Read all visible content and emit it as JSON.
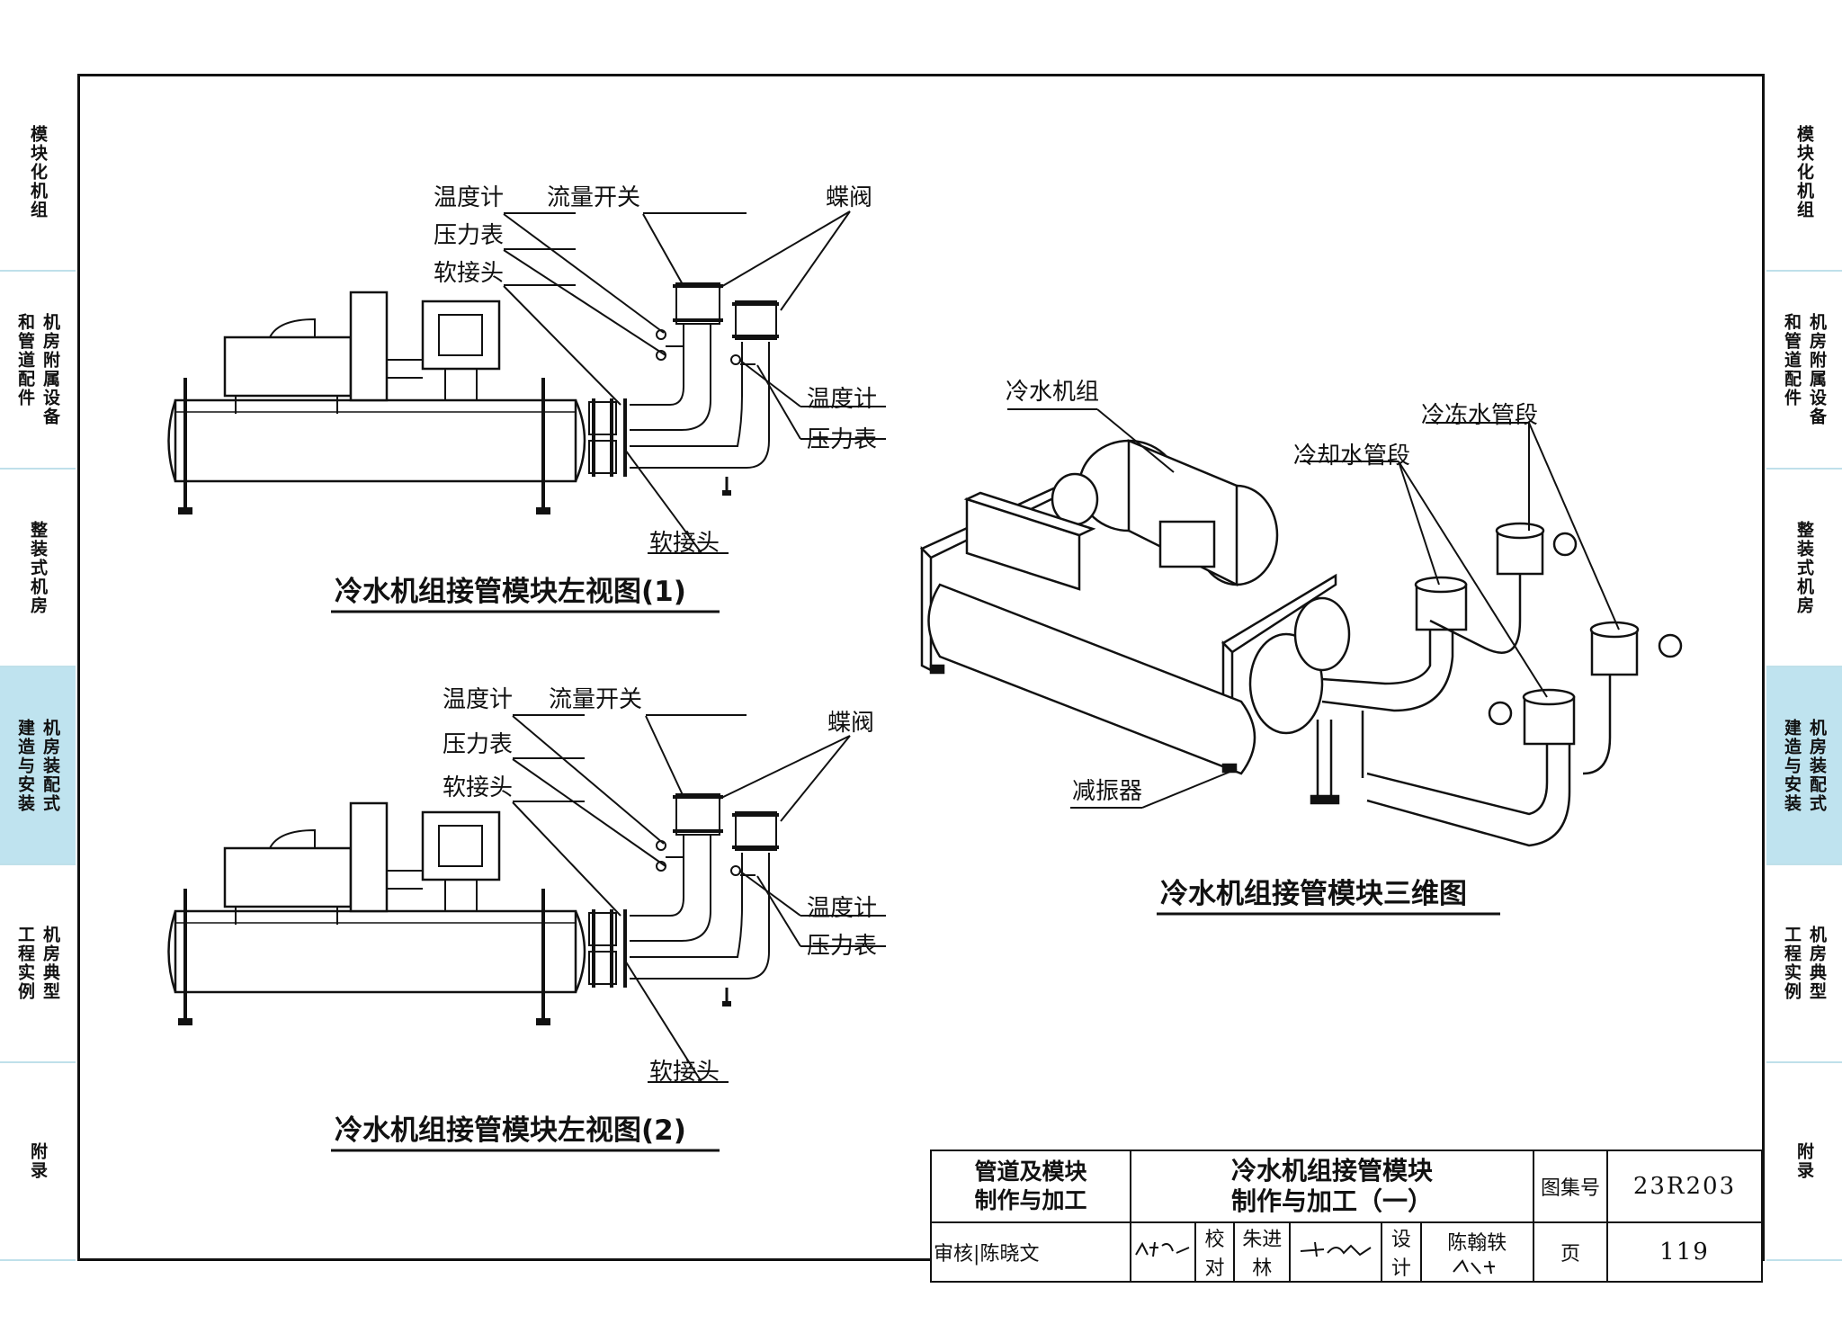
{
  "side_tabs": [
    "模块化机组",
    "机房附属设备和管道配件",
    "整装式机房",
    "机房装配式建造与安装",
    "机房典型工程实例",
    "附录"
  ],
  "side_tabs_cols": [
    [
      "模块化机组"
    ],
    [
      "机房附属设备",
      "和管道配件"
    ],
    [
      "整装式机房"
    ],
    [
      "机房装配式",
      "建造与安装"
    ],
    [
      "机房典型",
      "工程实例"
    ],
    [
      "附录"
    ]
  ],
  "active_tab_index": 3,
  "colors": {
    "tab_active": "#bfe3ef",
    "line": "#111111"
  },
  "view1": {
    "labels": {
      "temp_gauge": "温度计",
      "flow_switch": "流量开关",
      "butterfly_valve": "蝶阀",
      "pressure_gauge": "压力表",
      "soft_joint": "软接头",
      "temp_gauge_2": "温度计",
      "pressure_gauge_2": "压力表",
      "soft_joint_2": "软接头"
    },
    "caption": "冷水机组接管模块左视图(1)"
  },
  "view2": {
    "labels": {
      "temp_gauge": "温度计",
      "flow_switch": "流量开关",
      "butterfly_valve": "蝶阀",
      "pressure_gauge": "压力表",
      "soft_joint": "软接头",
      "temp_gauge_2": "温度计",
      "pressure_gauge_2": "压力表",
      "soft_joint_2": "软接头"
    },
    "caption": "冷水机组接管模块左视图(2)"
  },
  "view3d": {
    "labels": {
      "chiller": "冷水机组",
      "chilled_pipe": "冷冻水管段",
      "cooling_pipe": "冷却水管段",
      "damper": "减振器"
    },
    "caption": "冷水机组接管模块三维图"
  },
  "title_block": {
    "category": [
      "管道及模块",
      "制作与加工"
    ],
    "title": [
      "冷水机组接管模块",
      "制作与加工（一）"
    ],
    "atlas_label": "图集号",
    "atlas_no": "23R203",
    "review_label": "审核",
    "reviewer": "陈晓文",
    "check_label": "校对",
    "checker": "朱进林",
    "design_label": "设计",
    "designer": "陈翰轶",
    "page_label": "页",
    "page_no": "119"
  }
}
